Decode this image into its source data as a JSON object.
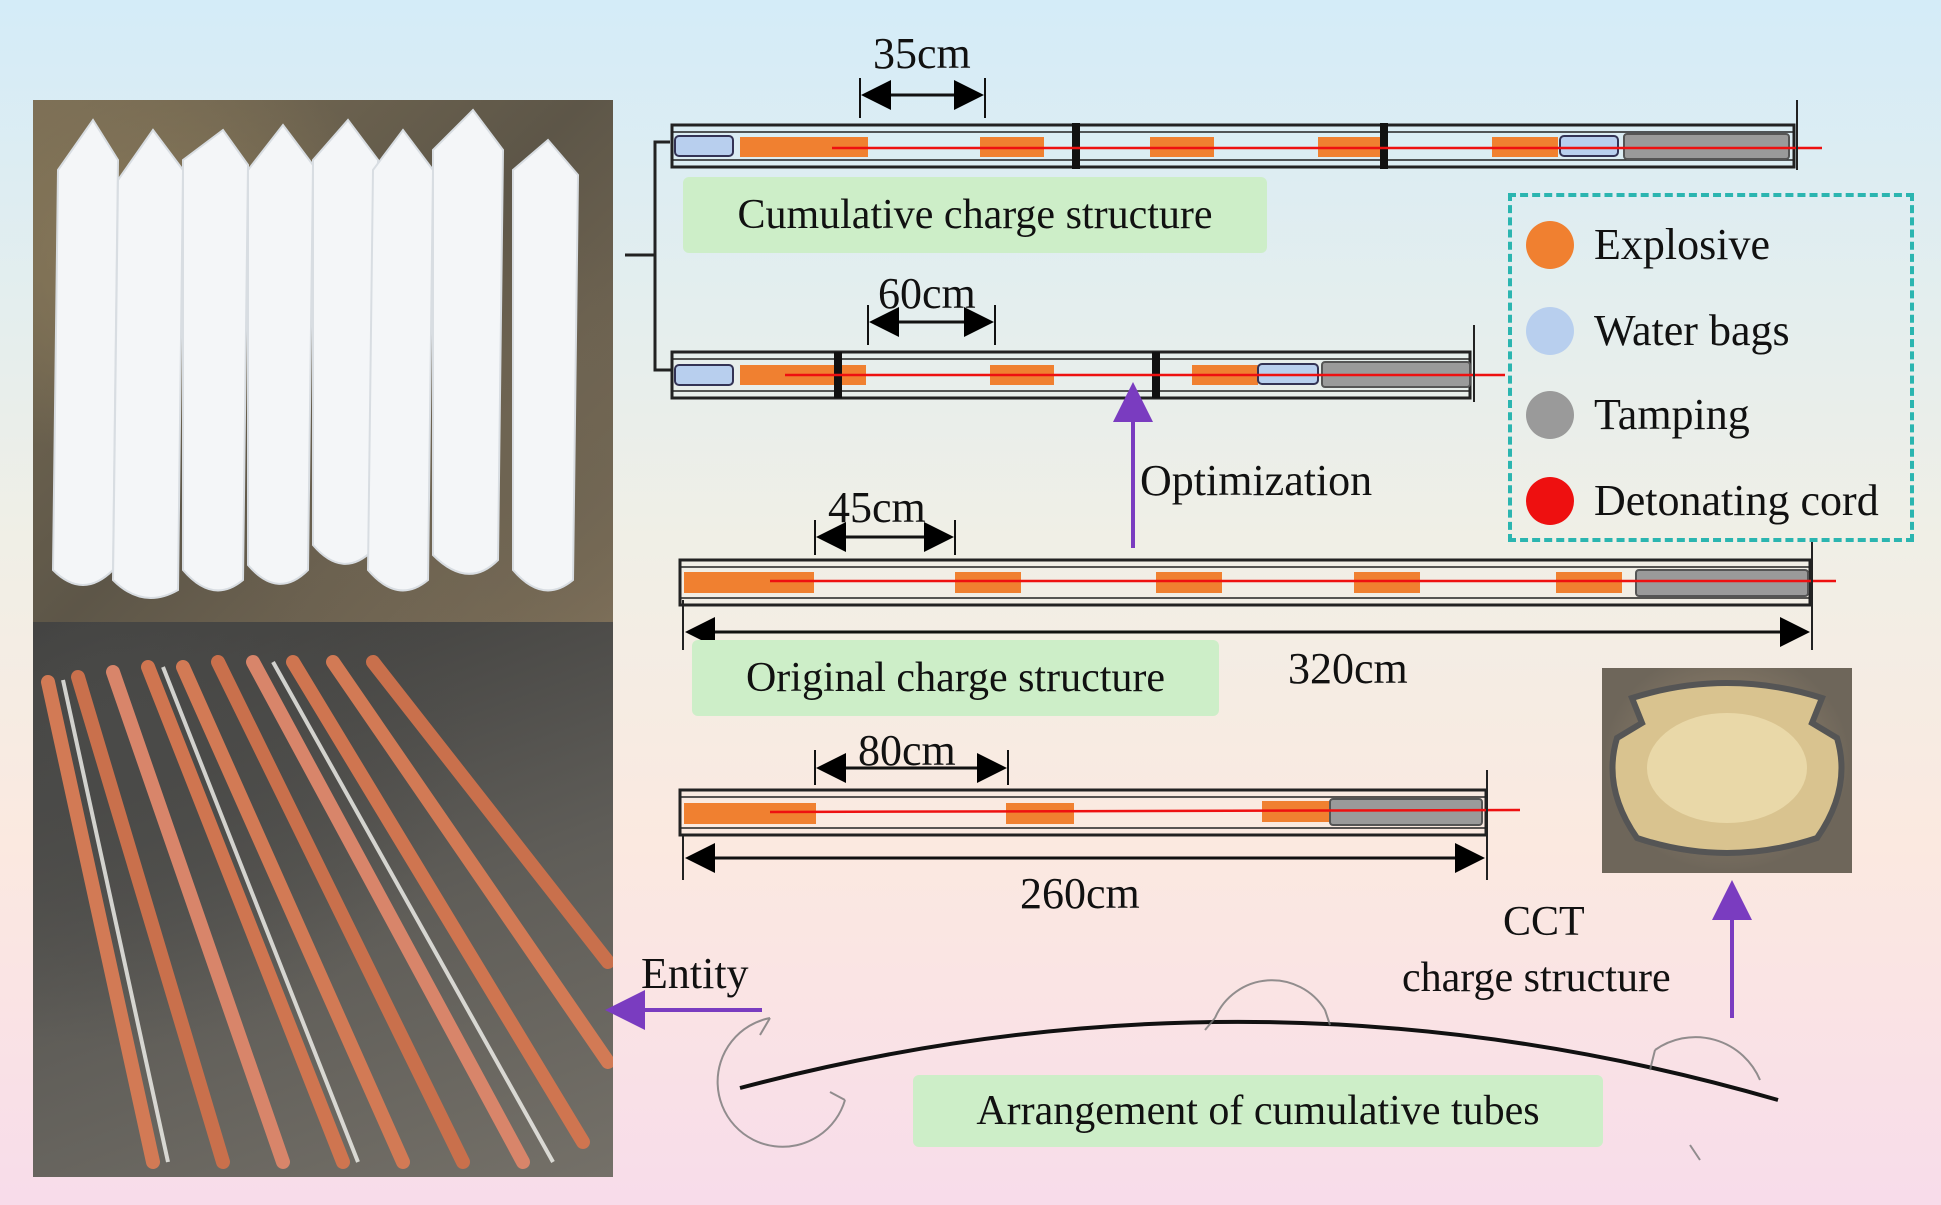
{
  "dimensions": {
    "cumulative": "35cm",
    "optimized": "60cm",
    "original_spacing": "45cm",
    "original_length": "320cm",
    "short_spacing": "80cm",
    "short_length": "260cm"
  },
  "labels": {
    "cumulative_charge_structure": "Cumulative charge structure",
    "original_charge_structure": "Original charge structure",
    "optimization": "Optimization",
    "entity": "Entity",
    "cct_line1": "CCT",
    "cct_line2": "charge structure",
    "arrangement": "Arrangement of cumulative tubes"
  },
  "legend": [
    {
      "label": "Explosive",
      "color": "#f08030"
    },
    {
      "label": "Water bags",
      "color": "#b8cfee"
    },
    {
      "label": "Tamping",
      "color": "#9a9a9a"
    },
    {
      "label": "Detonating cord",
      "color": "#ee1010"
    }
  ],
  "colors": {
    "explosive": "#f08030",
    "water_bag": "#b8cfee",
    "tamping": "#9a9a9a",
    "cord": "#ee1010",
    "arrow": "#7a3cc0",
    "label_box": "#cdeec8",
    "legend_border": "#2bb5b0"
  },
  "icons": {
    "photo_top": "water-bags-photo",
    "photo_bottom": "charge-tubes-photo",
    "photo_cct": "cct-cross-section-photo"
  }
}
